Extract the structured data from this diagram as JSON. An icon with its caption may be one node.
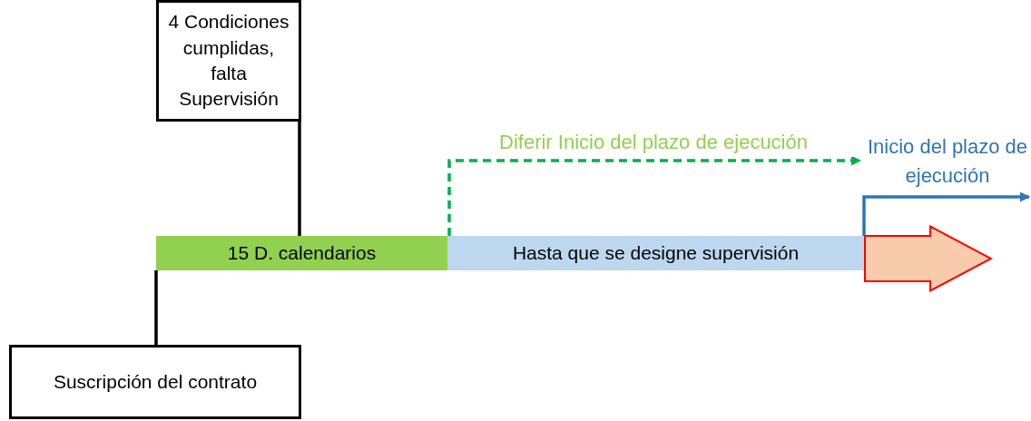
{
  "diagram": {
    "nodes": [
      {
        "text": [
          "4 Condiciones cumplidas, falta Supervisión"
        ]
      },
      {
        "text": [
          "15 D. calendarios"
        ]
      },
      {
        "text": [
          "Hasta que se designe supervisión"
        ]
      },
      {
        "text": [],
        "shape": "arrow"
      },
      {
        "text": [
          "Suscripción del contrato"
        ]
      }
    ],
    "edges": [
      {
        "from": 0,
        "to": 1,
        "arrow": "none"
      },
      {
        "from": 4,
        "to": 1,
        "arrow": "none"
      },
      {
        "from": 1,
        "to": null,
        "arrow": "to",
        "label": "Diferir Inicio del plazo de ejecución",
        "style": "dashed",
        "color": "#00b050"
      },
      {
        "from": 2,
        "to": null,
        "arrow": "to",
        "label": "Inicio del plazo de ejecución",
        "color": "#2e75b6"
      }
    ]
  }
}
